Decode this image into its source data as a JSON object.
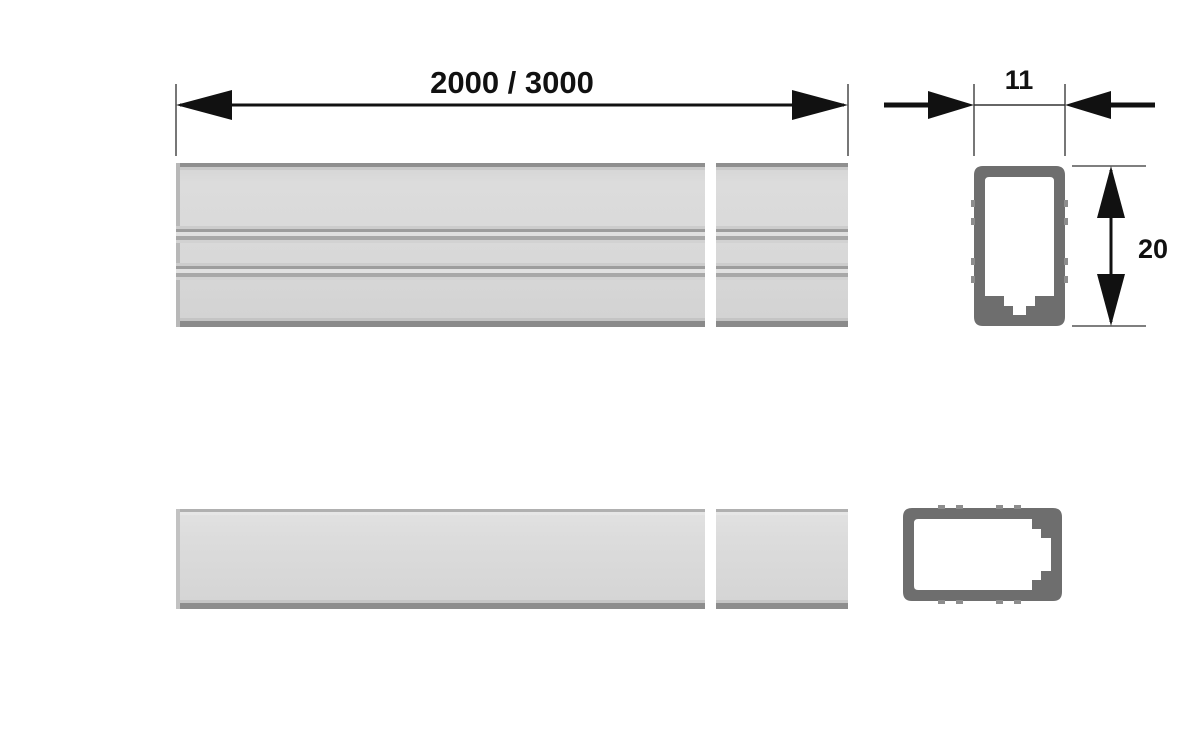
{
  "drawing": {
    "title": "aluminium-profile-technical-drawing",
    "units": "mm",
    "background_color": "#ffffff",
    "colors": {
      "profile_wall": "#6e6e6e",
      "profile_fill_light": "#d7d7d7",
      "profile_edge_dark": "#8a8a8a",
      "profile_edge_darker": "#6f6f6f",
      "groove_line": "#9a9a9a",
      "dimension_line": "#111111",
      "extension_line": "#555555",
      "text": "#111111",
      "white": "#ffffff"
    }
  },
  "dimensions": {
    "length": {
      "label": "2000 / 3000",
      "name": "length-dimension",
      "orientation": "horizontal",
      "arrow_style": "inside-double-arrow"
    },
    "width": {
      "label": "11",
      "name": "width-dimension",
      "orientation": "horizontal",
      "arrow_style": "outside-arrows"
    },
    "height": {
      "label": "20",
      "name": "height-dimension",
      "orientation": "vertical",
      "arrow_style": "inside-double-arrow"
    }
  },
  "views": {
    "front_elevation": {
      "name": "front-elevation-view",
      "description": "long profile face with two longitudinal grooves, broken length"
    },
    "cross_section_vertical": {
      "name": "cross-section-portrait-view",
      "description": "hollow rectangular extrusion, rounded corners, inner retaining tabs at base"
    },
    "bottom_elevation": {
      "name": "bottom-elevation-view",
      "description": "plain profile face, broken length"
    },
    "cross_section_horizontal": {
      "name": "cross-section-landscape-view",
      "description": "hollow rectangular extrusion rotated 90 degrees, retaining tabs on right wall"
    }
  }
}
